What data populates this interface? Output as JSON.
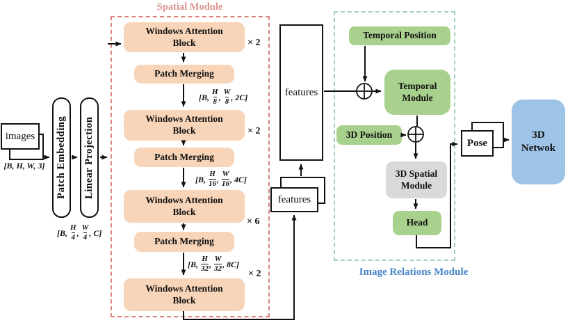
{
  "module_titles": {
    "spatial": "Spatial Module",
    "image_relations": "Image Relations Module"
  },
  "boxes": {
    "images": "images",
    "patch_embedding": "Patch Embedding",
    "linear_projection": "Linear Projection",
    "windows_attention_block": "Windows Attention\nBlock",
    "patch_merging": "Patch Merging",
    "features": "features",
    "temporal_position": "Temporal Position",
    "temporal_module": "Temporal\nModule",
    "position_3d": "3D Position",
    "spatial_3d_module": "3D Spatial\nModule",
    "head": "Head",
    "pose": "Pose",
    "network_3d": "3D\nNetwok"
  },
  "multipliers": {
    "stage1": "× 2",
    "stage2": "× 2",
    "stage3": "× 6",
    "stage4": "× 2"
  },
  "dims": {
    "input": "[B, H, W, 3]",
    "stage1": {
      "pre": "[B, ",
      "num1": "H",
      "den1": "4",
      "mid": ", ",
      "num2": "W",
      "den2": "4",
      "post": ", C]"
    },
    "stage2": {
      "pre": "[B, ",
      "num1": "H",
      "den1": "8",
      "mid": ", ",
      "num2": "W",
      "den2": "8",
      "post": ", 2C]"
    },
    "stage3": {
      "pre": "[B, ",
      "num1": "H",
      "den1": "16",
      "mid": ", ",
      "num2": "W",
      "den2": "16",
      "post": ", 4C]"
    },
    "stage4": {
      "pre": "[B, ",
      "num1": "H",
      "den1": "32",
      "mid": ", ",
      "num2": "W",
      "den2": "32",
      "post": ", 8C]"
    }
  },
  "icons": {
    "plus_circle": "circle-plus (⊕) element-wise addition"
  },
  "colors": {
    "block_peach": "#f8d5b8",
    "block_green": "#a9d18e",
    "block_gray": "#d9d9d9",
    "block_blue": "#9dc3e6",
    "dashed_pink": "#d9837e",
    "dashed_teal": "#9fcfbb",
    "title_pink": "#dc948e",
    "title_blue": "#4a86c8",
    "line_black": "#111111"
  }
}
